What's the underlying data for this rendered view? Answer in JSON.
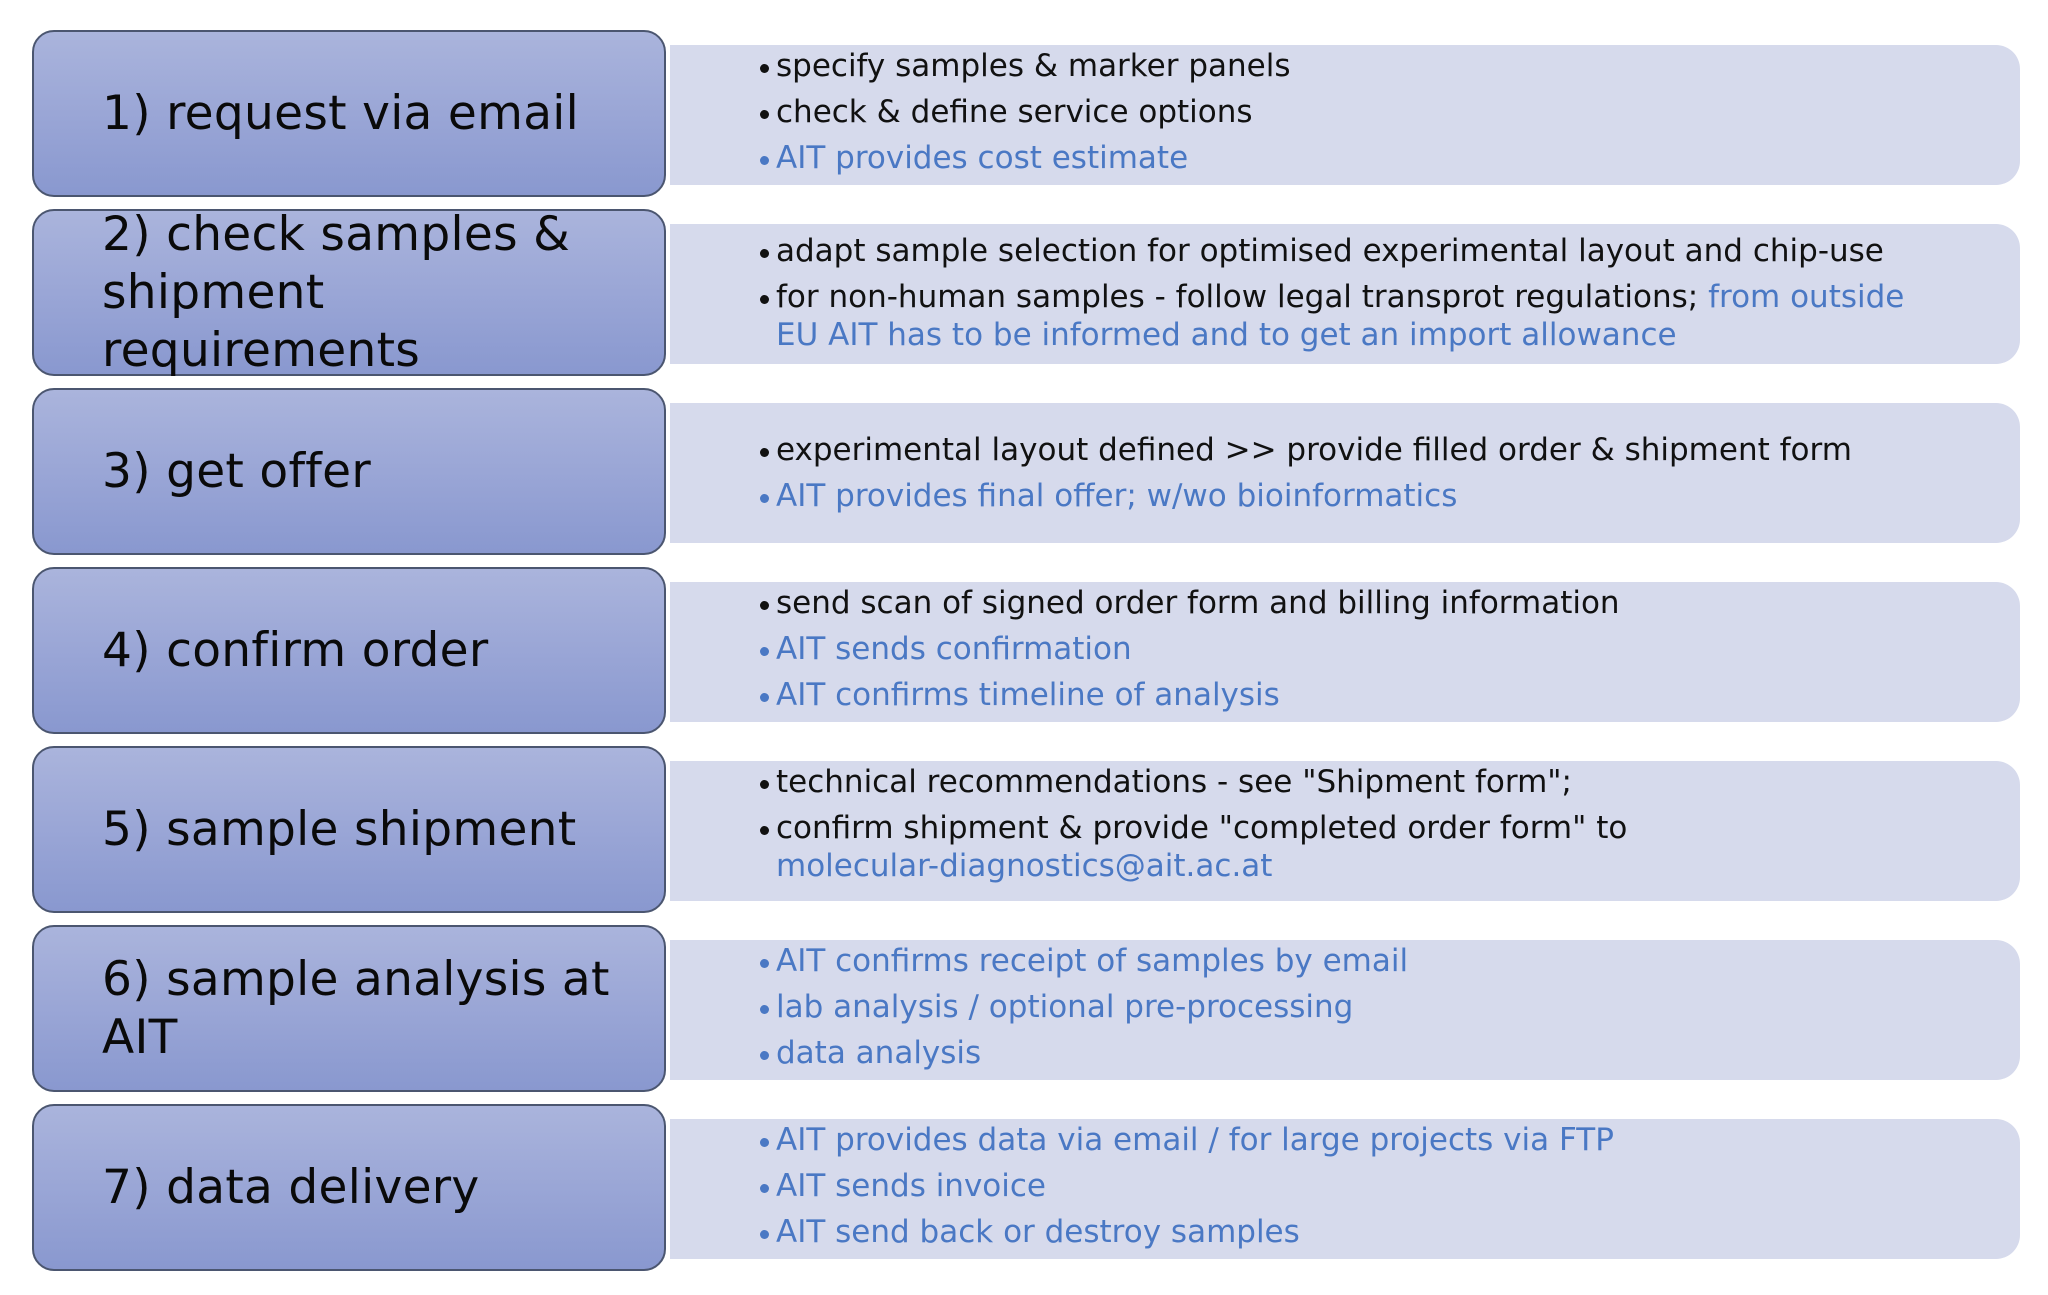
{
  "steps": [
    {
      "title": "1) request via email",
      "bullets": [
        {
          "text": "specify samples & marker panels"
        },
        {
          "text": "check & define service options"
        },
        {
          "text": "AIT provides cost estimate"
        }
      ]
    },
    {
      "title": "2) check samples & shipment requirements",
      "bullets": [
        {
          "text": "adapt sample selection for optimised experimental layout and chip-use"
        },
        {
          "text": "for non-human samples  - follow legal transprot regulations; ",
          "highlight": "from outside",
          "continuation": "EU AIT has to be informed and to get an import allowance"
        }
      ]
    },
    {
      "title": "3) get offer",
      "bullets": [
        {
          "text": "experimental layout defined >>  provide filled order & shipment form"
        },
        {
          "text": "AIT provides final offer; w/wo bioinformatics"
        }
      ]
    },
    {
      "title": "4) confirm order",
      "bullets": [
        {
          "text": "send scan of signed order form and billing information"
        },
        {
          "text": "AIT sends confirmation"
        },
        {
          "text": "AIT confirms timeline of analysis"
        }
      ]
    },
    {
      "title": "5) sample shipment",
      "bullets": [
        {
          "text": "technical recommendations - see \"Shipment form\";"
        },
        {
          "text": "confirm shipment & provide \"completed order form\" to",
          "continuation": "molecular-diagnostics@ait.ac.at"
        }
      ]
    },
    {
      "title": "6) sample analysis at AIT",
      "bullets": [
        {
          "text": "AIT confirms receipt of samples by email"
        },
        {
          "text": "lab analysis / optional pre-processing"
        },
        {
          "text": "data analysis"
        }
      ]
    },
    {
      "title": "7) data delivery",
      "bullets": [
        {
          "text": "AIT provides data via email / for large projects via FTP"
        },
        {
          "text": "AIT sends invoice"
        },
        {
          "text": "AIT send back or destroy samples"
        }
      ]
    }
  ]
}
